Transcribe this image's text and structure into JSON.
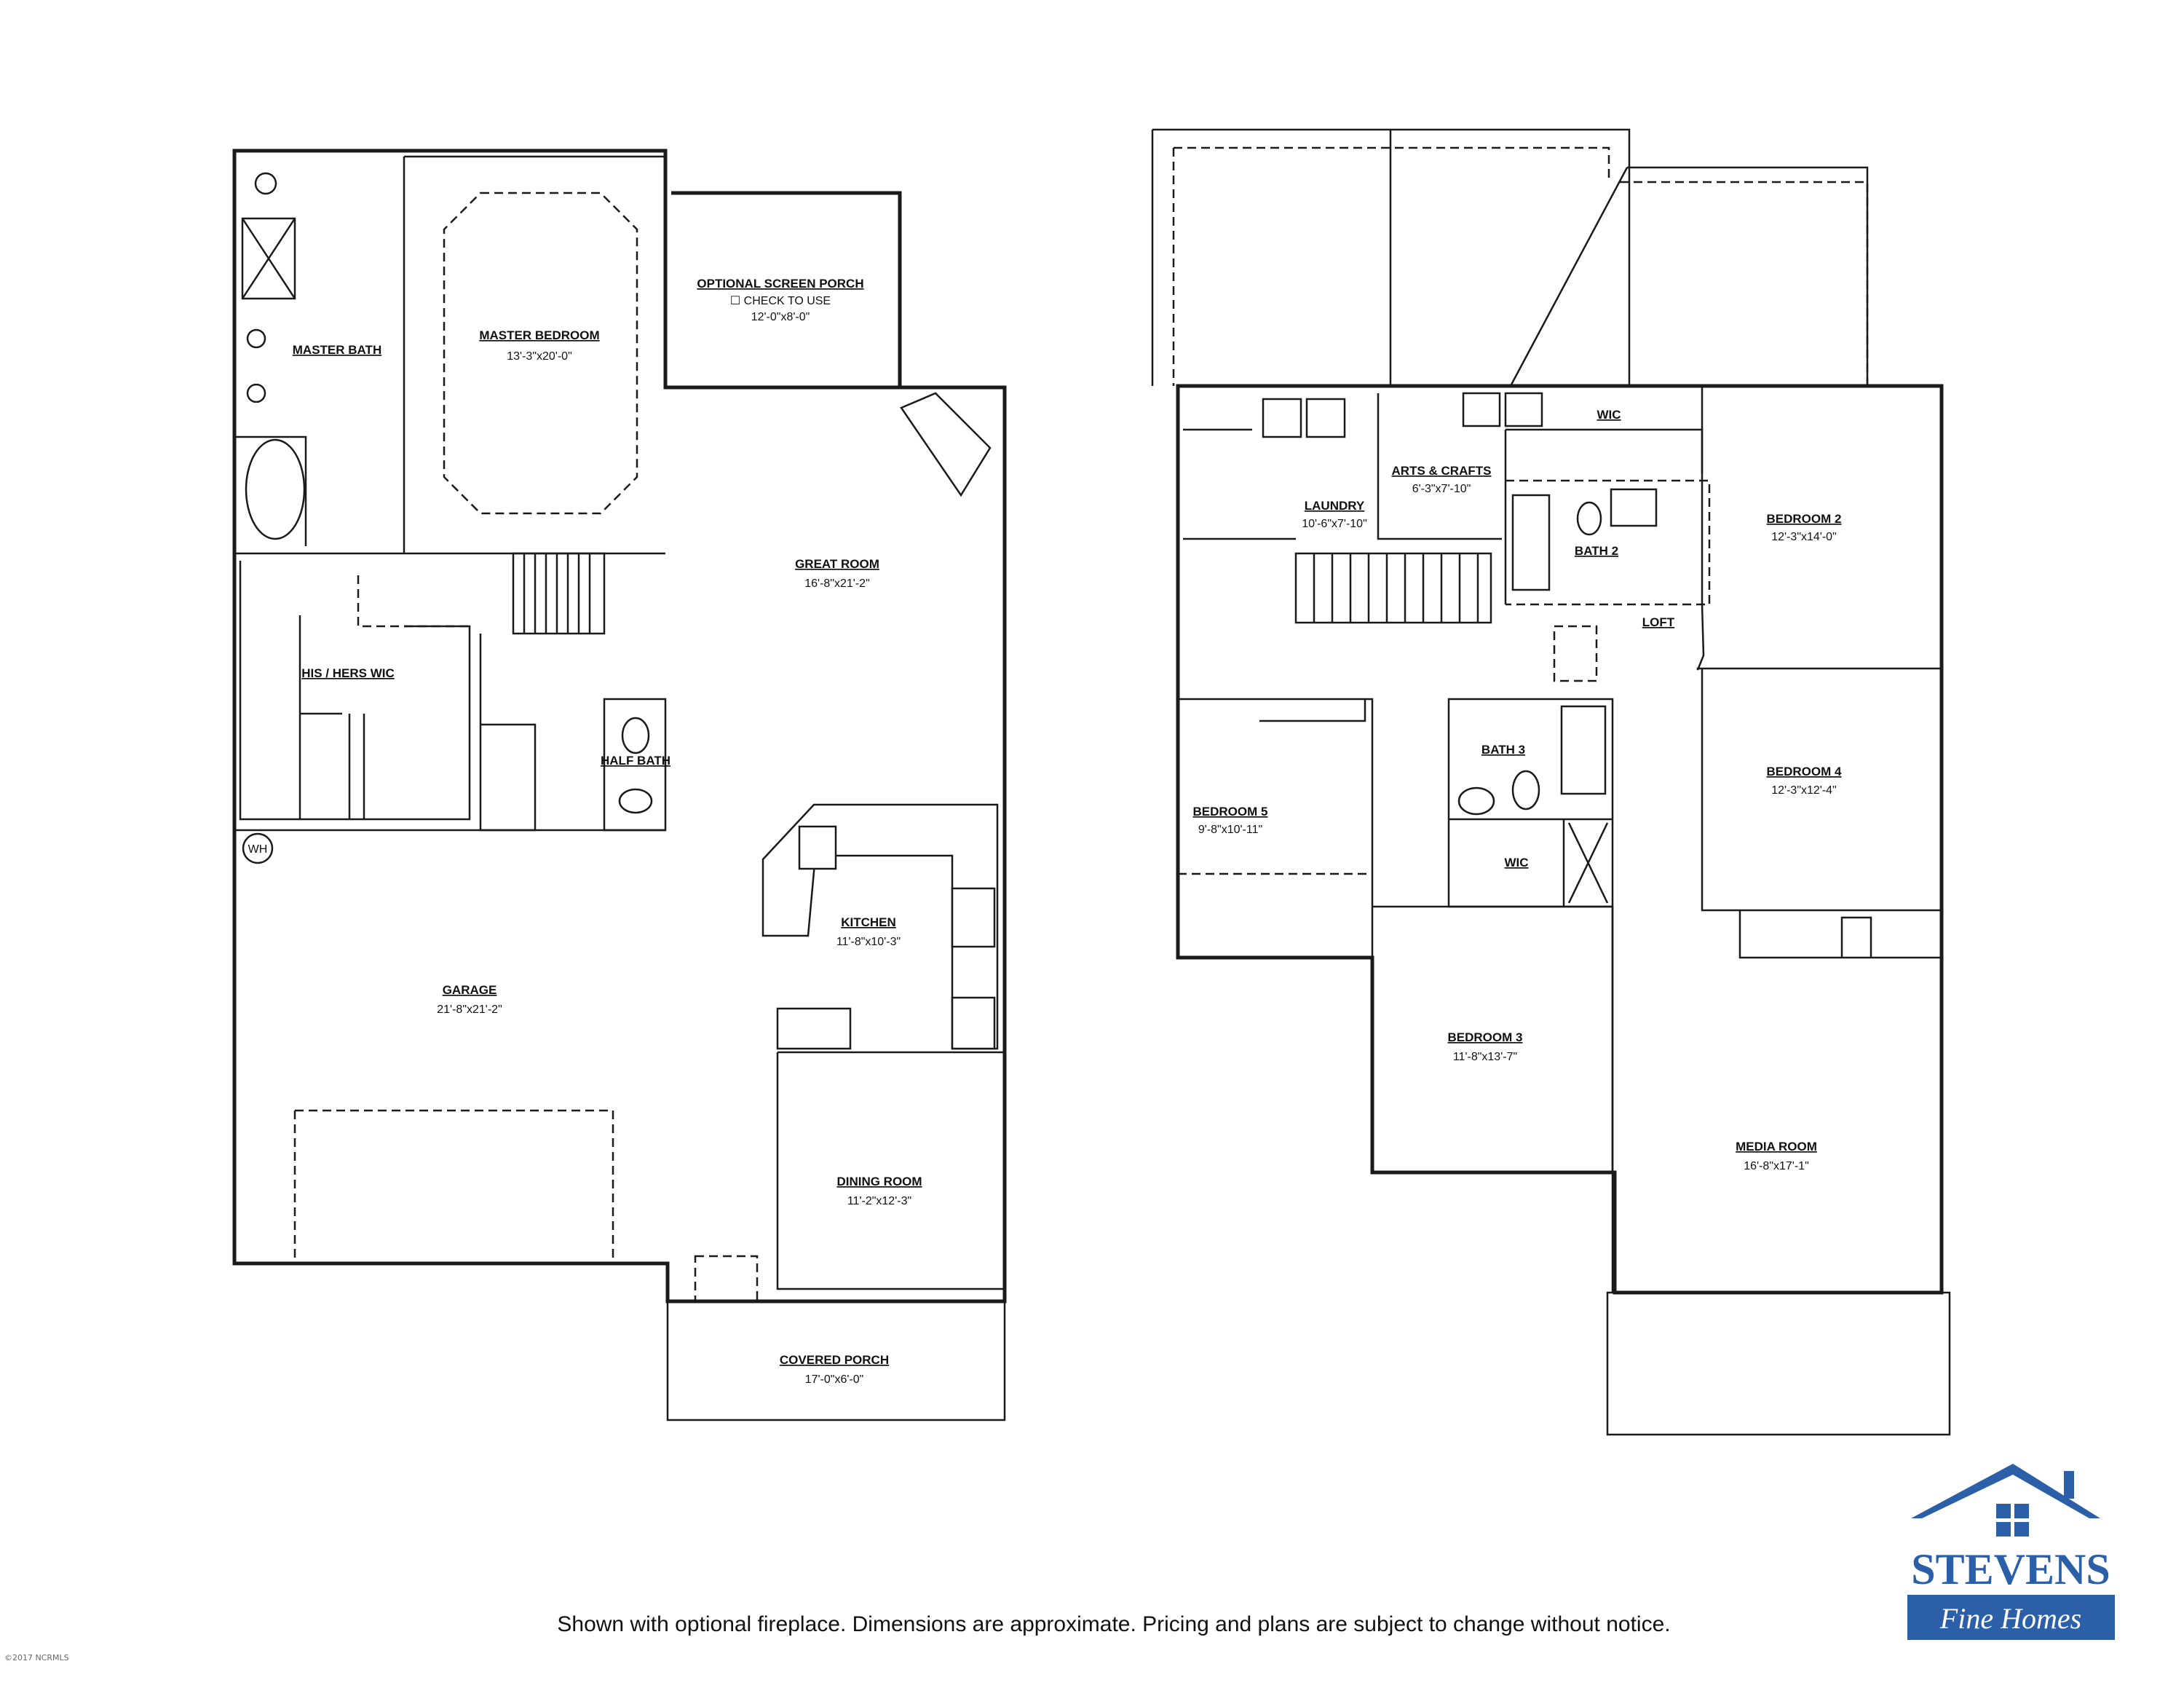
{
  "rooms": {
    "master_bath": {
      "name": "MASTER BATH"
    },
    "master_bedroom": {
      "name": "MASTER BEDROOM",
      "size": "13'-3\"x20'-0\""
    },
    "screen_porch": {
      "name": "OPTIONAL SCREEN PORCH",
      "note": "☐ CHECK TO USE",
      "size": "12'-0\"x8'-0\""
    },
    "great_room": {
      "name": "GREAT ROOM",
      "size": "16'-8\"x21'-2\""
    },
    "his_hers_wic": {
      "name": "HIS / HERS WIC"
    },
    "half_bath": {
      "name": "HALF BATH"
    },
    "wh": {
      "name": "WH"
    },
    "kitchen": {
      "name": "KITCHEN",
      "size": "11'-8\"x10'-3\""
    },
    "garage": {
      "name": "GARAGE",
      "size": "21'-8\"x21'-2\""
    },
    "dining_room": {
      "name": "DINING ROOM",
      "size": "11'-2\"x12'-3\""
    },
    "covered_porch": {
      "name": "COVERED PORCH",
      "size": "17'-0\"x6'-0\""
    },
    "wic_upper": {
      "name": "WIC"
    },
    "arts_crafts": {
      "name": "ARTS & CRAFTS",
      "size": "6'-3\"x7'-10\""
    },
    "laundry": {
      "name": "LAUNDRY",
      "size": "10'-6\"x7'-10\""
    },
    "bedroom_2": {
      "name": "BEDROOM 2",
      "size": "12'-3\"x14'-0\""
    },
    "bath_2": {
      "name": "BATH 2"
    },
    "loft": {
      "name": "LOFT"
    },
    "bath_3": {
      "name": "BATH 3"
    },
    "bedroom_4": {
      "name": "BEDROOM 4",
      "size": "12'-3\"x12'-4\""
    },
    "bedroom_5": {
      "name": "BEDROOM 5",
      "size": "9'-8\"x10'-11\""
    },
    "wic_lower": {
      "name": "WIC"
    },
    "bedroom_3": {
      "name": "BEDROOM 3",
      "size": "11'-8\"x13'-7\""
    },
    "media_room": {
      "name": "MEDIA ROOM",
      "size": "16'-8\"x17'-1\""
    }
  },
  "footer_note": "Shown with optional fireplace. Dimensions are approximate. Pricing and plans are subject to change without notice.",
  "logo": {
    "brand": "STEVENS",
    "tagline": "Fine Homes",
    "brand_color": "#2b5fa8",
    "roof_color": "#2b5fa8"
  },
  "copyright": "©2017 NCRMLS"
}
